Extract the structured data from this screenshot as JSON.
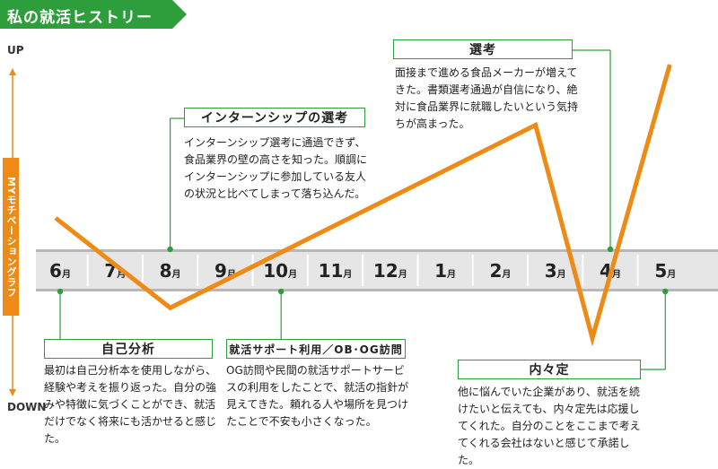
{
  "title": "私の就活ヒストリー",
  "colors": {
    "line": "#ee8a16",
    "accent_green": "#2e9e3c",
    "band": "#e6e6e6",
    "band_edge": "#b8b8b8",
    "axis_orange": "#ee8a16"
  },
  "axis": {
    "up": "UP",
    "down": "DOWN",
    "ylabel": "MYモチベーショングラフ"
  },
  "chart_data": {
    "type": "line",
    "title": "私の就活ヒストリー",
    "xlabel": "",
    "ylabel": "MYモチベーショングラフ",
    "categories": [
      "6月",
      "7月",
      "8月",
      "9月",
      "10月",
      "11月",
      "12月",
      "1月",
      "2月",
      "3月",
      "4月",
      "5月"
    ],
    "series": [
      {
        "name": "",
        "points": [
          {
            "x": "6月",
            "y": 2.4
          },
          {
            "x": "8月",
            "y": -2.5
          },
          {
            "x": "3月",
            "y": 6.7
          },
          {
            "x": "4月",
            "y": -4.5
          },
          {
            "x": "5月",
            "y": 9.5
          }
        ]
      }
    ],
    "ylim": [
      -10,
      10
    ],
    "grid": false,
    "legend": "none"
  },
  "annotations": [
    {
      "key": "self",
      "month": "6月",
      "title": "自己分析",
      "body": "最初は自己分析本を使用しながら、経験や考えを振り返った。自分の強みや特徴に気づくことができ、就活だけでなく将来にも活かせると感じた。"
    },
    {
      "key": "intern",
      "month": "8月",
      "title": "インターンシップの選考",
      "body": "インターンシップ選考に通過できず、食品業界の壁の高さを知った。順調にインターンシップに参加している友人の状況と比べてしまって落ち込んだ。"
    },
    {
      "key": "service",
      "month": "10月",
      "title": "就活サポート利用／OB･OG訪問",
      "body": "OG訪問や民間の就活サポートサービスの利用をしたことで、就活の指針が見えてきた。頼れる人や場所を見つけたことで不安も小さくなった。"
    },
    {
      "key": "selection",
      "month": "4月",
      "title": "選考",
      "body": "面接まで進める食品メーカーが増えてきた。書類選考通過が自信になり、絶対に食品業界に就職したいという気持ちが高まった。"
    },
    {
      "key": "offer",
      "month": "5月",
      "title": "内々定",
      "body": "他に悩んでいた企業があり、就活を続けたいと伝えても、内々定先は応援してくれた。自分のことをここまで考えてくれる会社はないと感じて承諾した。"
    }
  ]
}
